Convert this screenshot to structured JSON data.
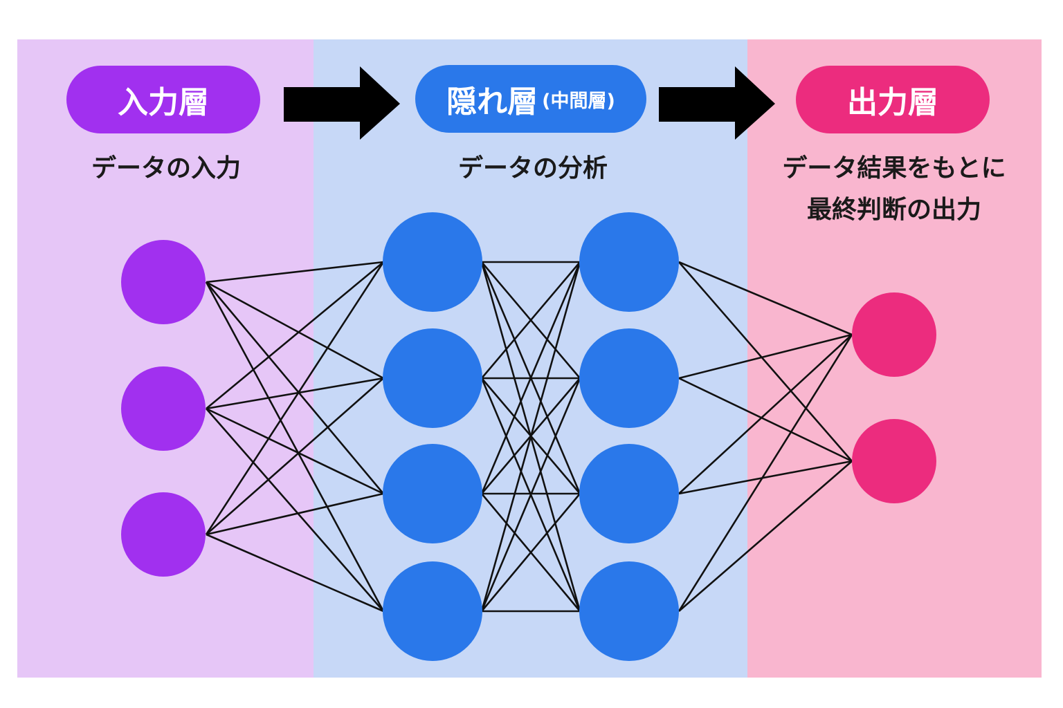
{
  "layers": {
    "input": {
      "label": "入力層",
      "caption": "データの入力",
      "color": "#a130ef",
      "panel_color": "#e6c6f7"
    },
    "hidden": {
      "label": "隠れ層",
      "label_sub": "(中間層)",
      "caption": "データの分析",
      "color": "#2a78ea",
      "panel_color": "#c7d8f7"
    },
    "output": {
      "label": "出力層",
      "caption_line1": "データ結果をもとに",
      "caption_line2": "最終判断の出力",
      "color": "#ec2c7e",
      "panel_color": "#f9b6cf"
    }
  },
  "network": {
    "layer_sizes": [
      3,
      4,
      4,
      2
    ],
    "connection": "fully-connected",
    "line_color": "#111111"
  },
  "icons": [
    "right-arrow-icon",
    "right-arrow-icon"
  ]
}
